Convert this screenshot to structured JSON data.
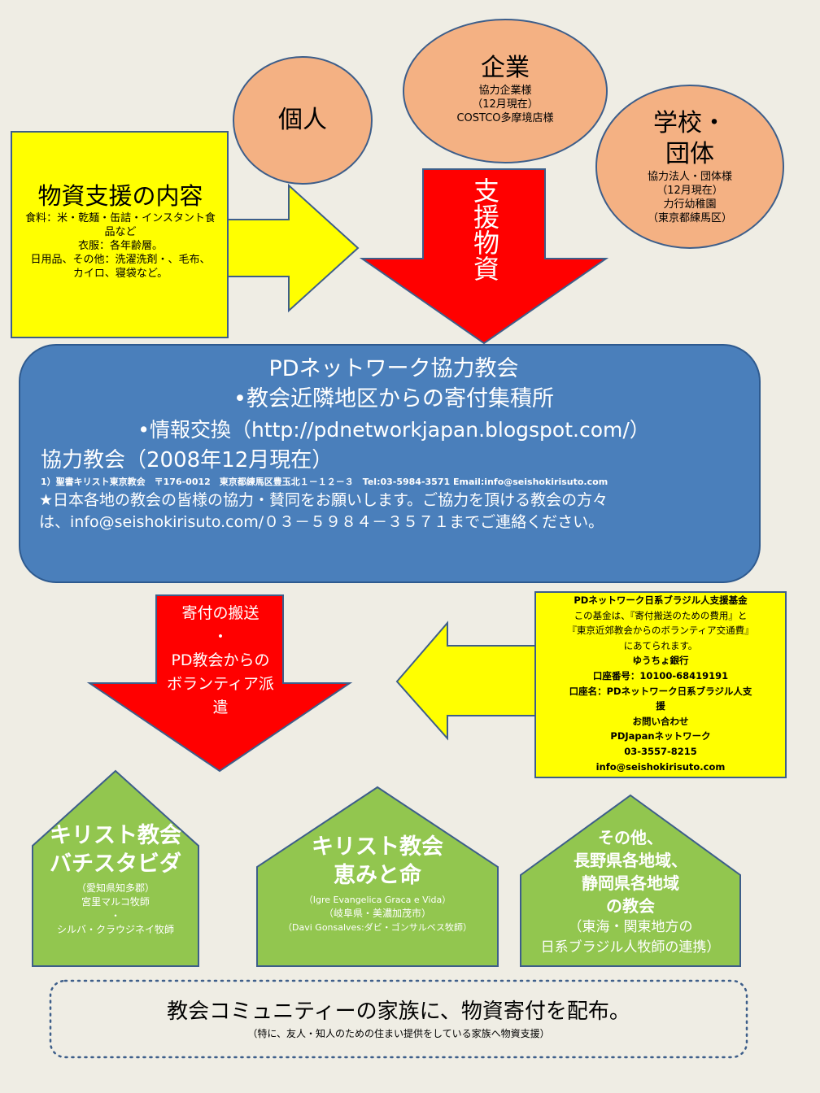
{
  "top_circles": {
    "individual": {
      "title": "個人"
    },
    "company": {
      "title": "企業",
      "lines": [
        "協力企業様",
        "（12月現在）",
        "COSTCO多摩境店様"
      ]
    },
    "school": {
      "title_line1": "学校・",
      "title_line2": "団体",
      "lines": [
        "協力法人・団体様",
        "（12月現在）",
        "力行幼稚園",
        "（東京都練馬区）"
      ]
    }
  },
  "supply_box": {
    "title": "物資支援の内容",
    "lines": [
      "食料：米・乾麺・缶詰・インスタント食品など",
      "衣服：各年齢層。",
      "日用品、その他：洗濯洗剤・、毛布、カイロ、寝袋など。"
    ]
  },
  "down_arrow_top": {
    "label": "支援物資"
  },
  "main_box": {
    "line1": "PDネットワーク協力教会",
    "line2": "•教会近隣地区からの寄付集積所",
    "line3": "•情報交換（http://pdnetworkjapan.blogspot.com/）",
    "line4": "協力教会（2008年12月現在）",
    "line5": "1）聖書キリスト東京教会　〒176-0012　東京都練馬区豊玉北１－１２－３　Tel:03-5984-3571 Email:info@seishokirisuto.com",
    "line6": "★日本各地の教会の皆様の協力・賛同をお願いします。ご協力を頂ける教会の方々",
    "line7": "は、info@seishokirisuto.com/０３－５９８４－３５７１までご連絡ください。"
  },
  "down_arrow_bottom": {
    "lines": [
      "寄付の搬送",
      "・",
      "PD教会からの",
      "ボランティア派",
      "遣"
    ]
  },
  "fund_box": {
    "lines": [
      "PDネットワーク日系ブラジル人支援基金",
      "この基金は、『寄付搬送のための費用』と",
      "『東京近郊教会からのボランティア交通費』",
      "にあてられます。",
      "ゆうちょ銀行",
      "口座番号：10100-68419191",
      "口座名：PDネットワーク日系ブラジル人支",
      "援",
      "お問い合わせ",
      "PDJapanネットワーク",
      "03-3557-8215",
      "info@seishokirisuto.com"
    ]
  },
  "houses": [
    {
      "title_lines": [
        "キリスト教会",
        "バチスタビダ"
      ],
      "sub_lines": [
        "（愛知県知多郡）",
        "宮里マルコ牧師",
        "・",
        "シルバ・クラウジネイ牧師"
      ]
    },
    {
      "title_lines": [
        "キリスト教会",
        "恵みと命"
      ],
      "sub_lines": [
        "（Igre Evangelica Graca e Vida）",
        "（岐阜県・美濃加茂市）",
        "（Davi  Gonsalves:ダビ・ゴンサルベス牧師）"
      ]
    },
    {
      "title_lines": [
        "その他、",
        "長野県各地域、",
        "静岡県各地域",
        "の教会"
      ],
      "sub_lines": [
        "（東海・関東地方の",
        "日系ブラジル人牧師の連携）"
      ]
    }
  ],
  "bottom_box": {
    "main": "教会コミュニティーの家族に、物資寄付を配布。",
    "sub": "（特に、友人・知人のための住まい提供をしている家族へ物資支援）"
  },
  "colors": {
    "background": "#efede4",
    "ellipse_fill": "#f4b183",
    "yellow": "#ffff00",
    "red": "#ff0000",
    "blue": "#4a7fbb",
    "green": "#92c64f"
  }
}
